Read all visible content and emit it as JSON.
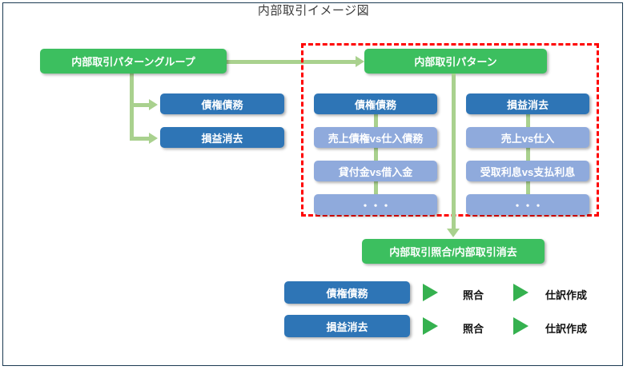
{
  "page": {
    "title": "内部取引イメージ図",
    "frame_border_color": "#1b3a52",
    "background": "#ffffff"
  },
  "colors": {
    "green": "#3cbf5f",
    "blue_dark": "#2e75b6",
    "blue_light": "#8faadc",
    "connector_green": "#a9d18e",
    "highlight_red": "#ff0000",
    "flow_triangle_green": "#35b14f"
  },
  "diagram": {
    "pattern_group": {
      "label": "内部取引パターングループ"
    },
    "pattern": {
      "label": "内部取引パターン"
    },
    "group_children": [
      {
        "label": "債権債務"
      },
      {
        "label": "損益消去"
      }
    ],
    "pattern_columns": [
      {
        "header": "債権債務",
        "items": [
          {
            "label": "売上債権vs仕入債務"
          },
          {
            "label": "貸付金vs借入金"
          },
          {
            "label": "・・・"
          }
        ]
      },
      {
        "header": "損益消去",
        "items": [
          {
            "label": "売上vs仕入"
          },
          {
            "label": "受取利息vs支払利息"
          },
          {
            "label": "・・・"
          }
        ]
      }
    ],
    "highlight_box": {
      "label": "内部取引パターン強調枠"
    },
    "matching": {
      "label": "内部取引照合/内部取引消去"
    },
    "flow_rows": [
      {
        "box": "債権債務",
        "step1": "照合",
        "step2": "仕訳作成"
      },
      {
        "box": "損益消去",
        "step1": "照合",
        "step2": "仕訳作成"
      }
    ]
  }
}
